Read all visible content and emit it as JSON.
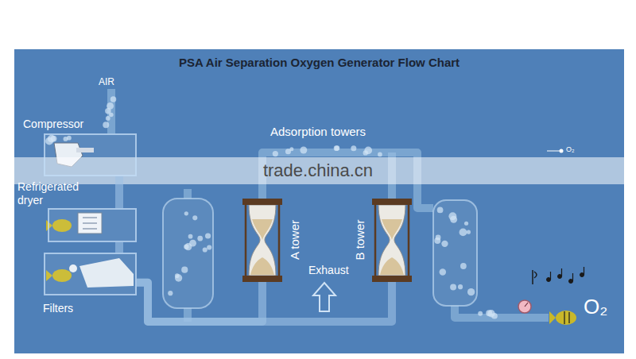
{
  "diagram": {
    "title": "PSA Air Separation Oxygen Generator Flow Chart",
    "nodes": [
      {
        "text": [
          "Compressor"
        ]
      },
      {
        "text": [
          "Refrigerated dryer"
        ]
      },
      {
        "text": [
          "Filters"
        ]
      },
      {
        "text": [
          "A tower"
        ]
      },
      {
        "text": [
          "B tower"
        ]
      }
    ],
    "edges": [
      {
        "from": 0,
        "to": 1,
        "arrow": "none"
      },
      {
        "from": 1,
        "to": 2,
        "arrow": "none"
      },
      {
        "from": 2,
        "to": 3,
        "arrow": "none"
      },
      {
        "from": 2,
        "to": 4,
        "arrow": "none"
      }
    ],
    "labels": [
      "AIR",
      "Adsorption towers",
      "Exhaust",
      "O₂",
      "O₂",
      "trade.china.cn"
    ]
  }
}
